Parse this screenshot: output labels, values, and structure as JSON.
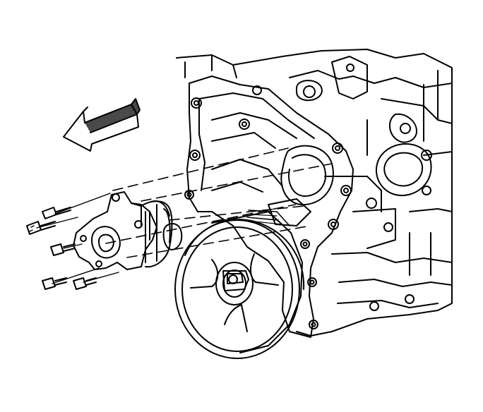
{
  "figure": {
    "description_text": "",
    "colors": {
      "ink": "#000000",
      "paper": "#ffffff",
      "arrow_fill": "#4a4a4a"
    },
    "parts": [
      "engine-block",
      "timing-cover",
      "water-pump",
      "water-pump-pulley",
      "crankshaft-balancer",
      "water-pump-bolts",
      "removal-arrow"
    ],
    "bolt_count": 6
  }
}
